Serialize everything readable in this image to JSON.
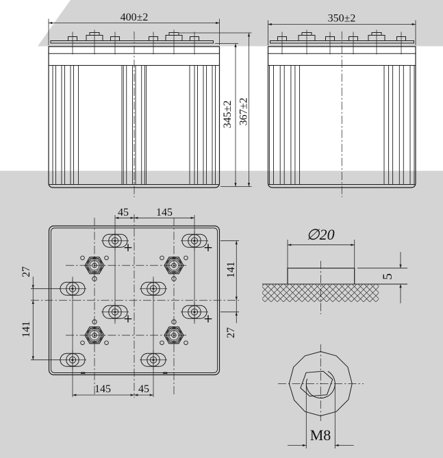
{
  "drawing": {
    "front_view": {
      "width_dim": "400±2",
      "case_height_dim": "345±2",
      "total_height_dim": "367±2"
    },
    "side_view": {
      "width_dim": "350±2"
    },
    "top_view": {
      "top_dims": {
        "d45": "45",
        "d145": "145"
      },
      "bottom_dims": {
        "d145": "145",
        "d45": "45"
      },
      "left_dims": {
        "d27": "27",
        "d141": "141"
      },
      "right_dims": {
        "d141": "141",
        "d27": "27"
      },
      "plus_mark": "+"
    },
    "terminal_detail": {
      "diameter_dim": "∅20",
      "height_dim": "5",
      "thread_dim": "M8"
    },
    "colors": {
      "band_gray": "#d4d4d4",
      "line": "#1c1c1c",
      "plus_gray": "#8a8a8a"
    }
  }
}
